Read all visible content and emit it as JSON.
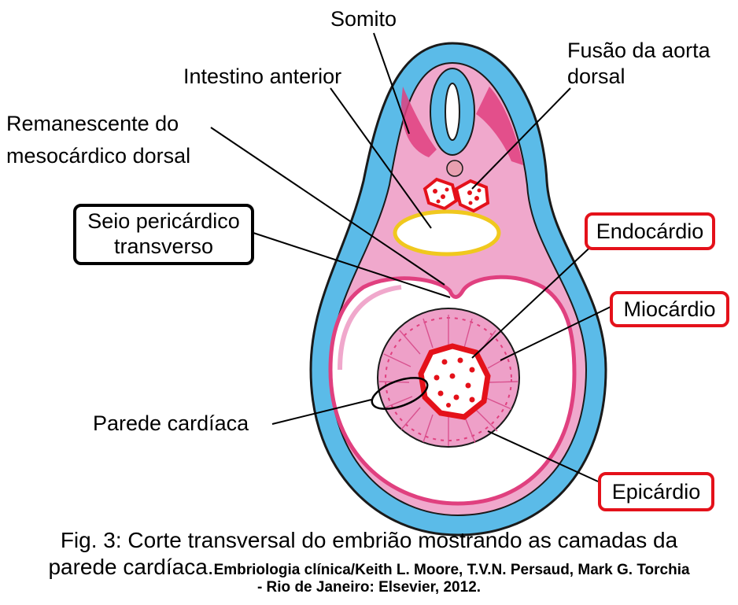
{
  "labels": {
    "somito": "Somito",
    "fusao_aorta_l1": "Fusão da aorta",
    "fusao_aorta_l2": "dorsal",
    "intestino_anterior": "Intestino anterior",
    "remanescente_l1": "Remanescente do",
    "remanescente_l2": "mesocárdico dorsal",
    "seio_l1": "Seio pericárdico",
    "seio_l2": "transverso",
    "endocardio": "Endocárdio",
    "miocardio": "Miocárdio",
    "parede_cardiaca": "Parede cardíaca",
    "epicardio": "Epicárdio"
  },
  "caption": {
    "line1": "Fig. 3: Corte transversal do embrião mostrando as camadas da",
    "line2_main": "parede cardíaca.",
    "line2_ref": "Embriologia clínica/Keith L. Moore, T.V.N. Persaud, Mark G. Torchia",
    "line3_ref": "- Rio de Janeiro: Elsevier, 2012."
  },
  "colors": {
    "ectoderm_blue": "#5bbbe8",
    "body_pink": "#f0a8cc",
    "magenta": "#e0407f",
    "red": "#e4111a",
    "yellow": "#f0c81e",
    "outline": "#1a1a1a"
  }
}
